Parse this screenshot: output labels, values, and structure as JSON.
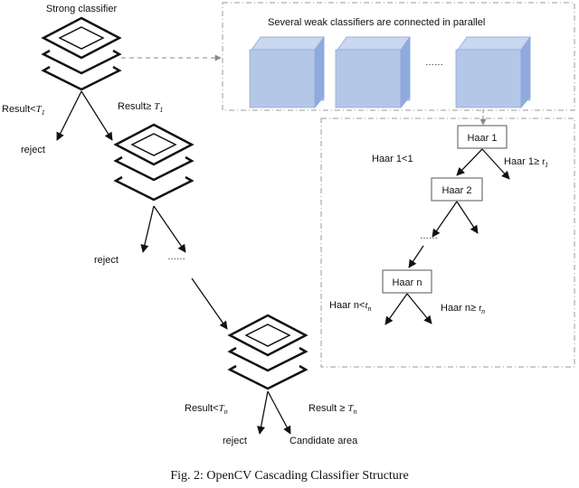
{
  "strong_classifier_label": "Strong classifier",
  "parallel_label": "Several weak classifiers are connected in parallel",
  "parallel_ellipsis": "……",
  "stage1": {
    "left_label": "Result<",
    "left_sym": "T",
    "left_sub": "1",
    "right_label": "Result≥ ",
    "right_sym": "T",
    "right_sub": "1",
    "reject": "reject"
  },
  "stage2": {
    "reject": "reject",
    "ellipsis": "……"
  },
  "stage_n": {
    "left_label": "Result<",
    "left_sym": "T",
    "left_sub": "n",
    "right_label": "Result ≥ ",
    "right_sym": "T",
    "right_sub": "n",
    "reject": "reject",
    "candidate": "Candidate area"
  },
  "tree": {
    "node1": "Haar 1",
    "node2": "Haar 2",
    "noden": "Haar n",
    "n1_left": "Haar 1<1",
    "n1_right": "Haar 1≥ ",
    "n1_right_sym": "t",
    "n1_right_sub": "1",
    "ellipsis": "……",
    "nn_left": "Haar n<",
    "nn_left_sym": "t",
    "nn_left_sub": "n",
    "nn_right": "Haar n≥ ",
    "nn_right_sym": "t",
    "nn_right_sub": "n"
  },
  "caption": "Fig. 2: OpenCV Cascading Classifier Structure",
  "colors": {
    "cube_front": "#b4c7e7",
    "cube_top": "#c9d7ef",
    "cube_side": "#8faadc",
    "dash_border": "#999999",
    "stroke": "#111111"
  }
}
